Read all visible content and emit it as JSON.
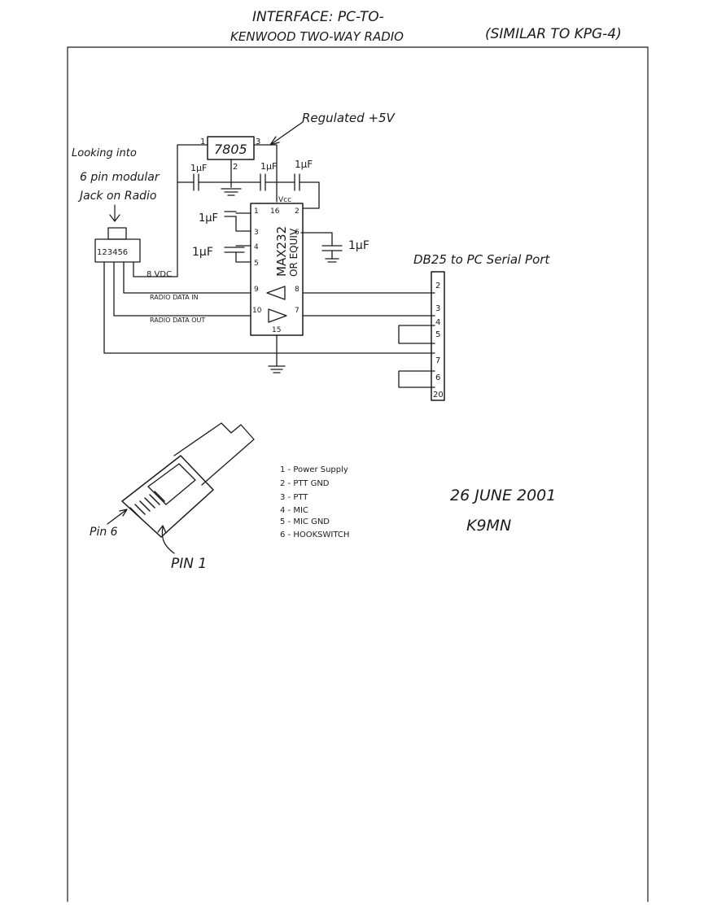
{
  "header": {
    "title_line1": "INTERFACE: PC-TO-",
    "title_line2": "KENWOOD TWO-WAY RADIO",
    "note": "(SIMILAR TO KPG-4)"
  },
  "labels": {
    "regulated": "Regulated +5V",
    "looking_into_1": "Looking into",
    "looking_into_2": "6 pin modular",
    "looking_into_3": "Jack on Radio",
    "regulator": "7805",
    "ic_name": "MAX232",
    "ic_equiv": "OR EQUIV",
    "vcc": "Vcc",
    "vdc": "8 VDC",
    "radio_in": "RADIO DATA IN",
    "radio_out": "RADIO DATA OUT",
    "db25": "DB25 to PC Serial Port",
    "jack_pins": "123456",
    "cap": "1μF"
  },
  "pins": {
    "reg": [
      "1",
      "2",
      "3"
    ],
    "ic": [
      "1",
      "16",
      "2",
      "3",
      "6",
      "4",
      "5",
      "9",
      "8",
      "10",
      "7",
      "15"
    ],
    "db25": [
      "2",
      "3",
      "4",
      "5",
      "7",
      "6",
      "20"
    ]
  },
  "pinout": [
    "1 - Power Supply",
    "2 - PTT GND",
    "3 - PTT",
    "4 - MIC",
    "5 - MIC GND",
    "6 - HOOKSWITCH"
  ],
  "plug": {
    "pin6": "Pin 6",
    "pin1": "PIN 1"
  },
  "signature": {
    "date": "26 JUNE 2001",
    "callsign": "K9MN"
  }
}
